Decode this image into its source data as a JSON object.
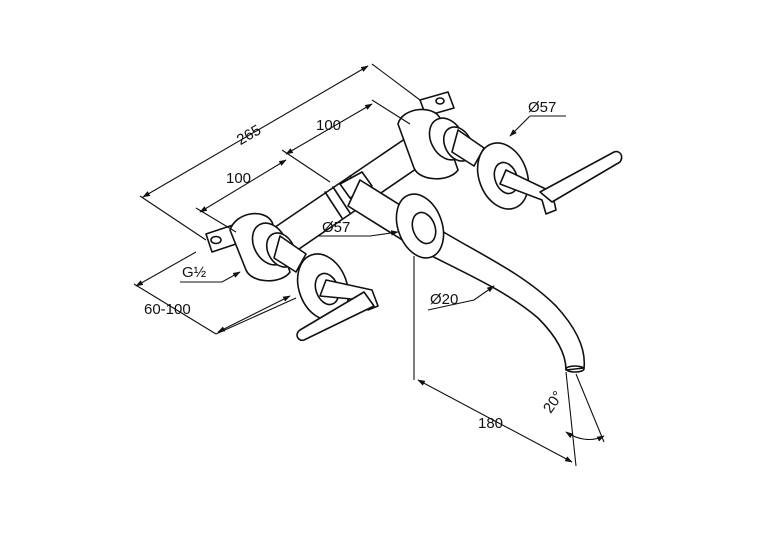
{
  "dimensions": {
    "overall_width": "265",
    "spacing_top": "100",
    "spacing_bottom": "100",
    "rosette_diameter_right": "Ø57",
    "rosette_diameter_center": "Ø57",
    "spout_diameter": "Ø20",
    "connection_thread": "G½",
    "wall_depth_range": "60-100",
    "spout_projection": "180",
    "spout_angle": "20°"
  },
  "colors": {
    "line": "#111111",
    "background": "#ffffff"
  }
}
